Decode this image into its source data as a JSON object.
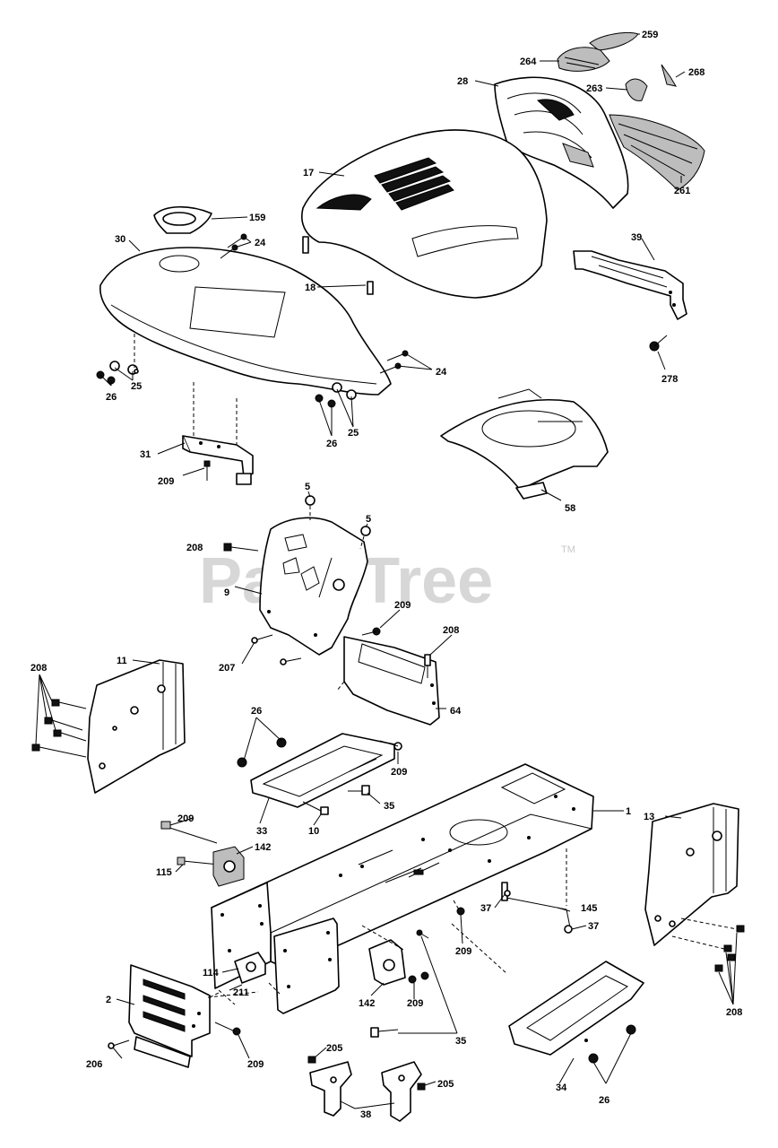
{
  "watermark": {
    "text": "PartsTree",
    "trademark": "TM"
  },
  "callouts": {
    "p259": "259",
    "p264": "264",
    "p268": "268",
    "p28": "28",
    "p263": "263",
    "p261": "261",
    "p17": "17",
    "p159": "159",
    "p24a": "24",
    "p30": "30",
    "p18": "18",
    "p39": "39",
    "p278": "278",
    "p24b": "24",
    "p26a": "26",
    "p25a": "25",
    "p26b": "26",
    "p25b": "25",
    "p31": "31",
    "p209a": "209",
    "p58": "58",
    "p5a": "5",
    "p5b": "5",
    "p208a": "208",
    "p9": "9",
    "p209b": "209",
    "p208b": "208",
    "p207": "207",
    "p208c": "208",
    "p11": "11",
    "p64": "64",
    "p26c": "26",
    "p209c": "209",
    "p35a": "35",
    "p33": "33",
    "p10": "10",
    "p1": "1",
    "p13": "13",
    "p209d": "209",
    "p142a": "142",
    "p115": "115",
    "p145": "145",
    "p37a": "37",
    "p37b": "37",
    "p209e": "209",
    "p114": "114",
    "p211": "211",
    "p2": "2",
    "p142b": "142",
    "p209f": "209",
    "p35b": "35",
    "p208d": "208",
    "p206": "206",
    "p209g": "209",
    "p205a": "205",
    "p205b": "205",
    "p34": "34",
    "p38": "38",
    "p26d": "26"
  }
}
